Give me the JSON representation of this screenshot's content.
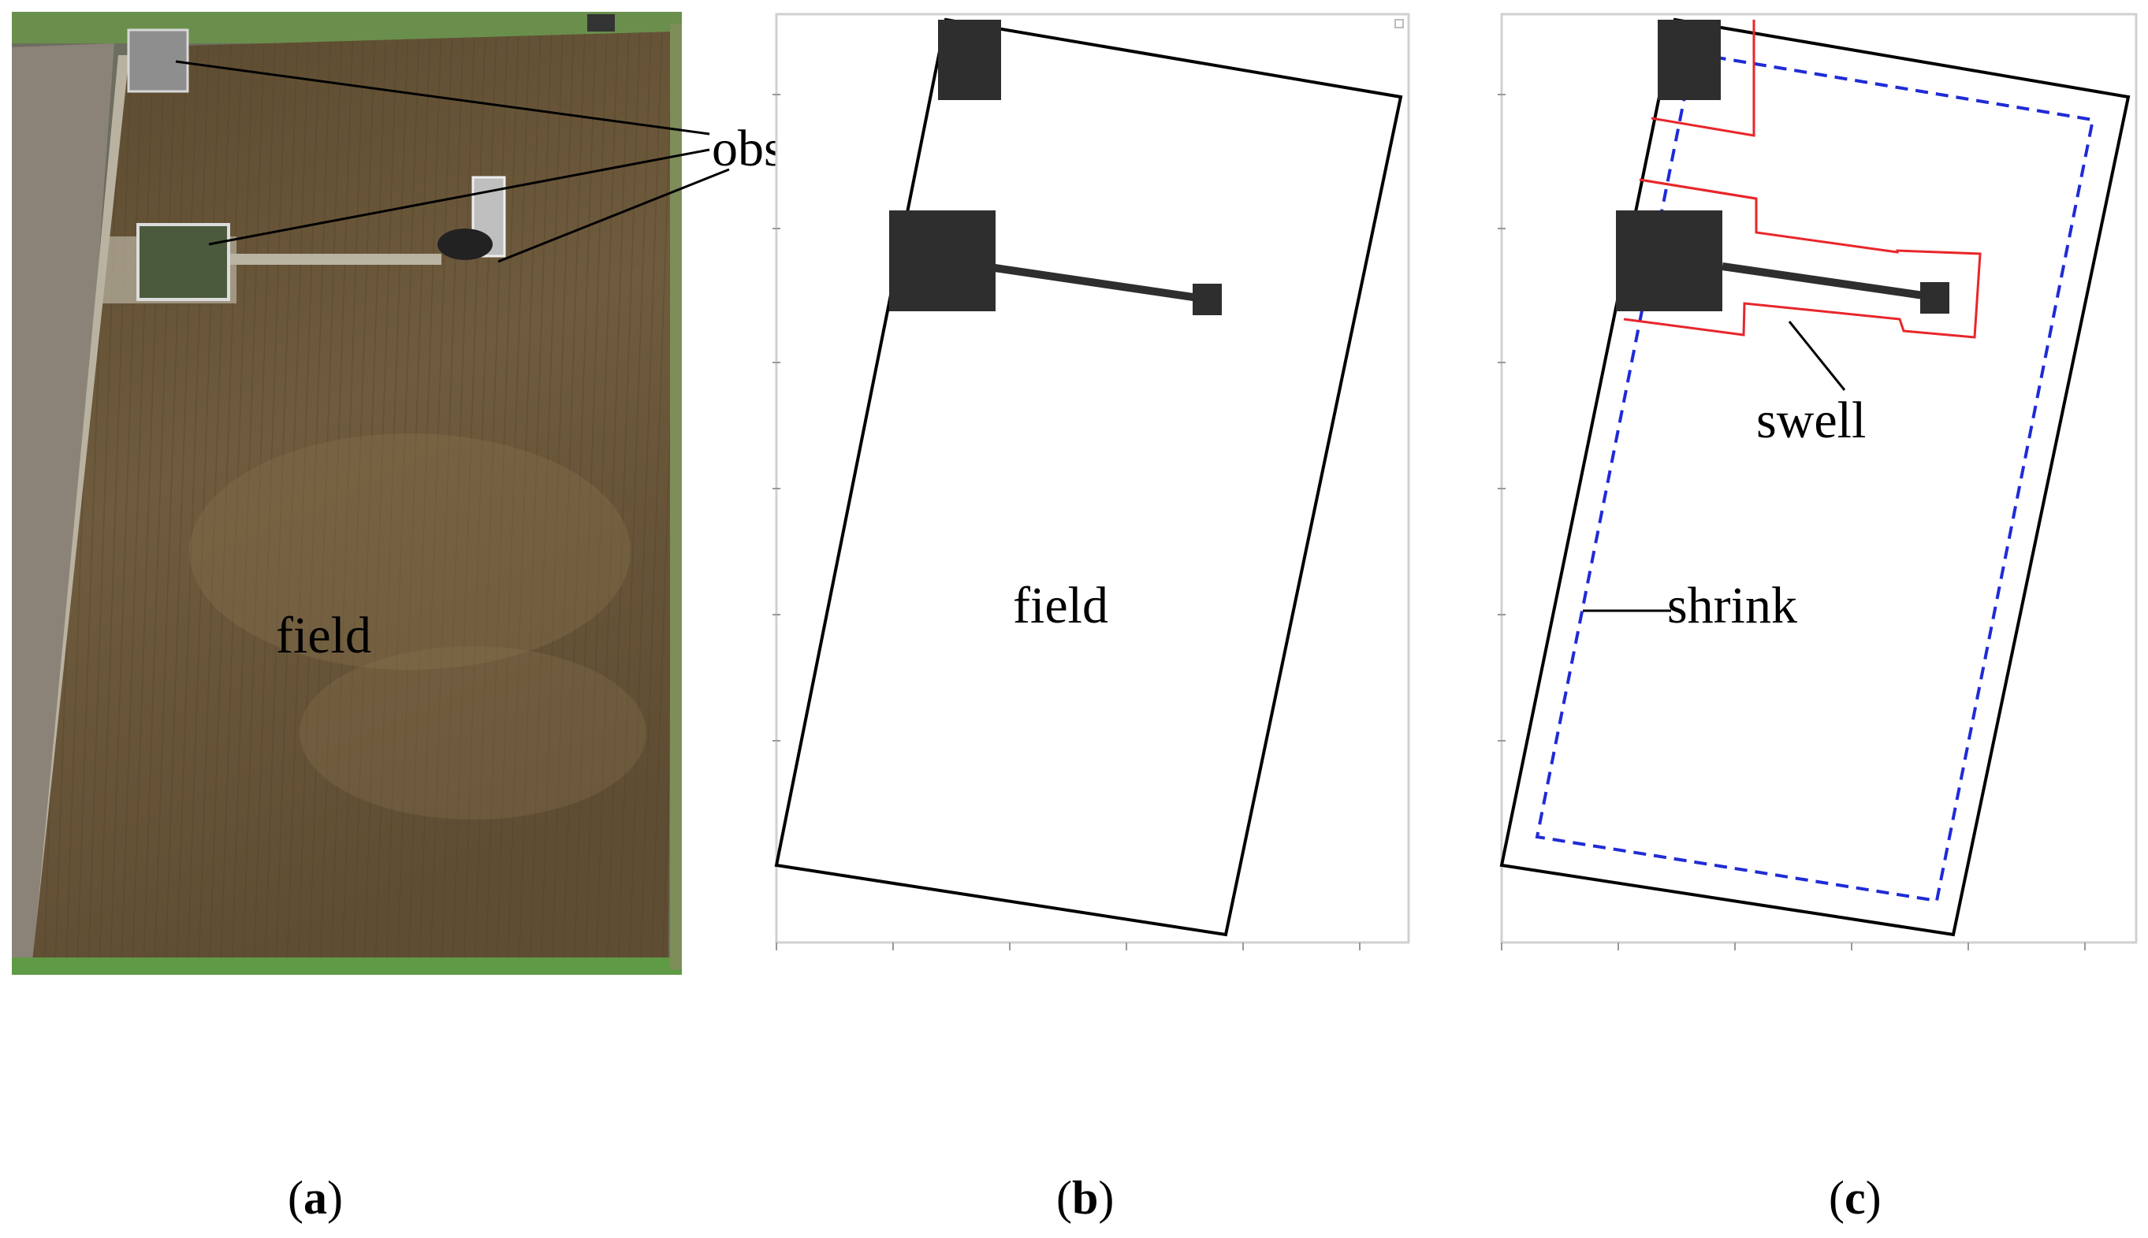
{
  "panel_a": {
    "label_obstacles": "obstacles",
    "label_field": "field",
    "caption_letter": "a"
  },
  "panel_b": {
    "label_field": "field",
    "caption_letter": "b"
  },
  "panel_c": {
    "label_swell": "swell",
    "label_shrink": "shrink",
    "caption_letter": "c"
  },
  "colors": {
    "obstacle": "#2e2e2e",
    "swell_line": "#e8262a",
    "shrink_line": "#1f2bd6",
    "field_soil": "#6e5a3c",
    "border_grass": "#5f9a45"
  }
}
